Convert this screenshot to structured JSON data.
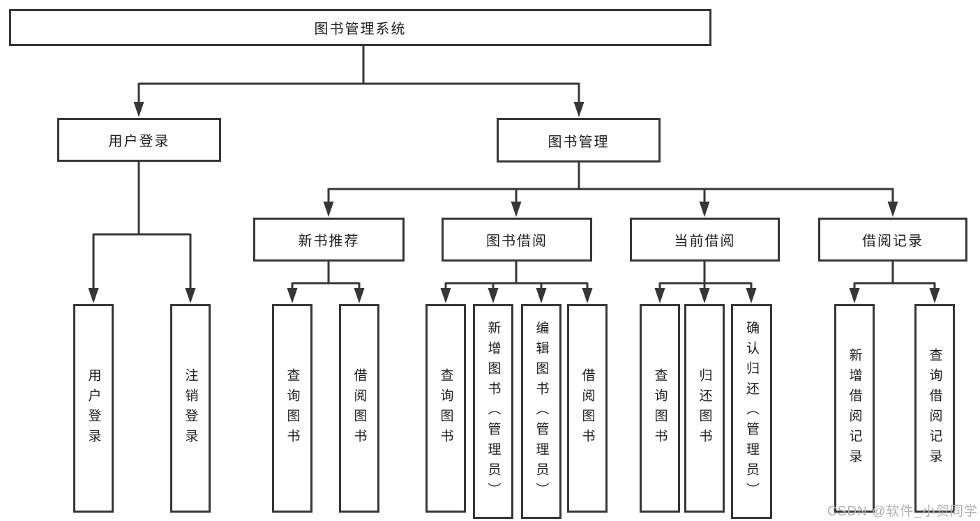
{
  "colors": {
    "line": "#363636",
    "box_border": "#363636",
    "text": "#1e1e1e",
    "watermark": "#b3b3b3",
    "background": "#ffffff"
  },
  "watermark": {
    "text": "CSDN @软件_小贺同学"
  },
  "tree": {
    "root": {
      "label": "图书管理系统",
      "children": [
        {
          "label": "用户登录",
          "children": [
            {
              "label": "用户登录"
            },
            {
              "label": "注销登录"
            }
          ]
        },
        {
          "label": "图书管理",
          "children": [
            {
              "label": "新书推荐",
              "children": [
                {
                  "label": "查询图书"
                },
                {
                  "label": "借阅图书"
                }
              ]
            },
            {
              "label": "图书借阅",
              "children": [
                {
                  "label": "查询图书"
                },
                {
                  "label": "新增图书（管理员）"
                },
                {
                  "label": "编辑图书（管理员）"
                },
                {
                  "label": "借阅图书"
                }
              ]
            },
            {
              "label": "当前借阅",
              "children": [
                {
                  "label": "查询图书"
                },
                {
                  "label": "归还图书"
                },
                {
                  "label": "确认归还（管理员）"
                }
              ]
            },
            {
              "label": "借阅记录",
              "children": [
                {
                  "label": "新增借阅记录"
                },
                {
                  "label": "查询借阅记录"
                }
              ]
            }
          ]
        }
      ]
    }
  }
}
